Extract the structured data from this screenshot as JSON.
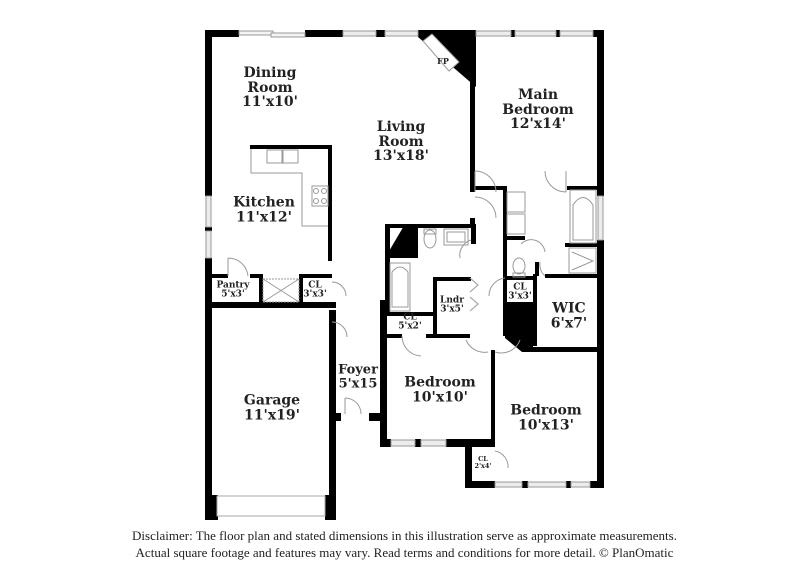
{
  "floor_plan": {
    "rooms": [
      {
        "id": "dining-room",
        "name": "Dining Room",
        "name_lines": [
          "Dining",
          "Room"
        ],
        "dimensions": "11'x10'"
      },
      {
        "id": "living-room",
        "name": "Living Room",
        "name_lines": [
          "Living",
          "Room"
        ],
        "dimensions": "13'x18'"
      },
      {
        "id": "main-bedroom",
        "name": "Main Bedroom",
        "name_lines": [
          "Main",
          "Bedroom"
        ],
        "dimensions": "12'x14'"
      },
      {
        "id": "kitchen",
        "name": "Kitchen",
        "name_lines": [
          "Kitchen"
        ],
        "dimensions": "11'x12'"
      },
      {
        "id": "pantry",
        "name": "Pantry",
        "name_lines": [
          "Pantry"
        ],
        "dimensions": "5'x3'"
      },
      {
        "id": "closet-kitchen",
        "name": "CL",
        "name_lines": [
          "CL"
        ],
        "dimensions": "3'x3'"
      },
      {
        "id": "closet-hall",
        "name": "CL",
        "name_lines": [
          "CL"
        ],
        "dimensions": "3'x3'"
      },
      {
        "id": "laundry",
        "name": "Lndr",
        "name_lines": [
          "Lndr"
        ],
        "dimensions": "3'x5'"
      },
      {
        "id": "closet-bath",
        "name": "CL",
        "name_lines": [
          "CL"
        ],
        "dimensions": "5'x2'"
      },
      {
        "id": "wic",
        "name": "WIC",
        "name_lines": [
          "WIC"
        ],
        "dimensions": "6'x7'"
      },
      {
        "id": "garage",
        "name": "Garage",
        "name_lines": [
          "Garage"
        ],
        "dimensions": "11'x19'"
      },
      {
        "id": "foyer",
        "name": "Foyer",
        "name_lines": [
          "Foyer"
        ],
        "dimensions": "5'x15"
      },
      {
        "id": "bedroom-2",
        "name": "Bedroom",
        "name_lines": [
          "Bedroom"
        ],
        "dimensions": "10'x10'"
      },
      {
        "id": "bedroom-3",
        "name": "Bedroom",
        "name_lines": [
          "Bedroom"
        ],
        "dimensions": "10'x13'"
      },
      {
        "id": "closet-bedroom-3",
        "name": "CL",
        "name_lines": [
          "CL"
        ],
        "dimensions": "2'x4'"
      }
    ],
    "fireplace_label": "FP",
    "colors": {
      "wall": "#000000",
      "fixture_line": "#999999",
      "window_fill": "#e6e6e6",
      "background": "#ffffff",
      "text": "#222222"
    }
  },
  "disclaimer": {
    "line1": "Disclaimer: The floor plan and stated dimensions in this illustration serve as approximate measurements.",
    "line2": "Actual square footage and features may vary. Read terms and conditions for more detail. © PlanOmatic"
  }
}
